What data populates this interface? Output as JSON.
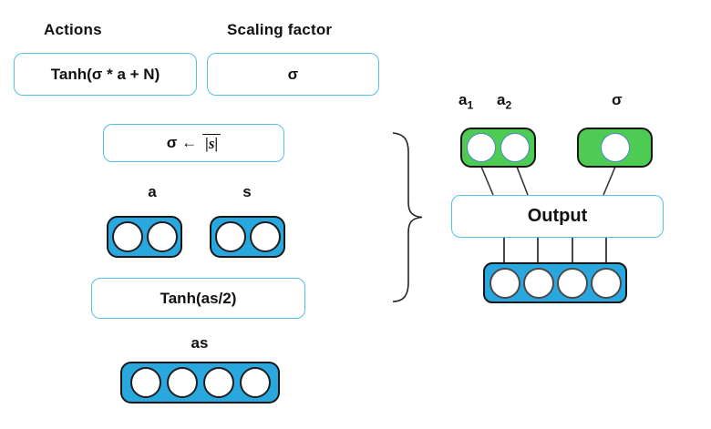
{
  "headings": {
    "actions": "Actions",
    "scaling_factor": "Scaling factor"
  },
  "formula_boxes": {
    "actions_formula": "Tanh(σ * a + N)",
    "scaling_formula": "σ",
    "sigma_update_prefix": "σ ←",
    "sigma_update_overlined": "|s|",
    "tanh_as": "Tanh(as/2)"
  },
  "vector_labels": {
    "a": "a",
    "s": "s",
    "as": "as"
  },
  "output_section": {
    "label_a1_base": "a",
    "label_a1_sub": "1",
    "label_a2_base": "a",
    "label_a2_sub": "2",
    "label_sigma": "σ",
    "output_box": "Output"
  },
  "node_counts": {
    "a_vector": 2,
    "s_vector": 2,
    "as_vector": 4,
    "action_heads": 2,
    "sigma_head": 1,
    "hidden_layer": 4
  },
  "colors": {
    "node_blue": "#29a8df",
    "node_green": "#4ecb52",
    "outline_blue": "#54c1e8",
    "text_dark": "#111111",
    "line_dark": "#2b2b2b"
  }
}
